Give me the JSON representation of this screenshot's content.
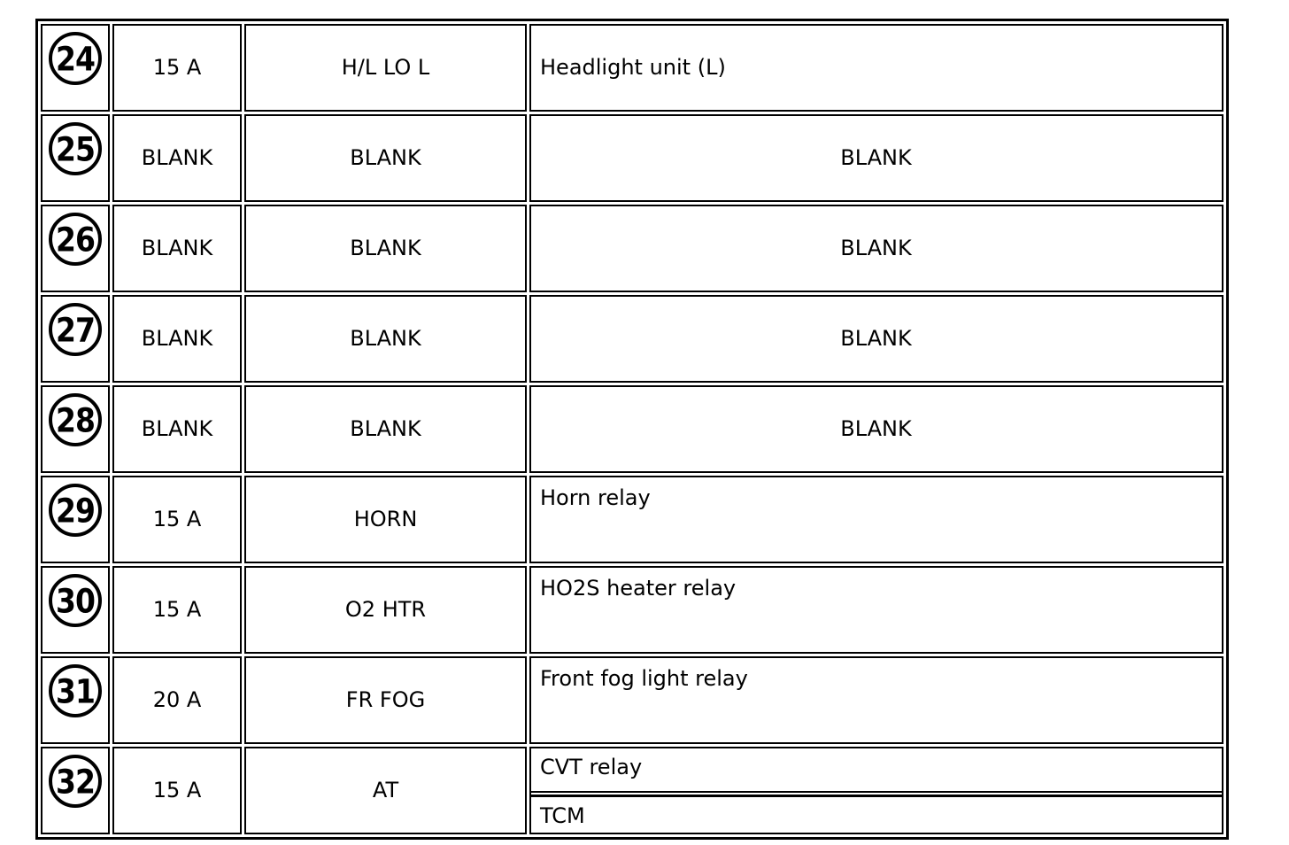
{
  "colors": {
    "background": "#ffffff",
    "line": "#000000",
    "text": "#000000"
  },
  "fuse_table": {
    "rows": [
      {
        "num": "24",
        "amp": "15 A",
        "name": "H/L LO L",
        "desc": [
          "Headlight unit (L)"
        ]
      },
      {
        "num": "25",
        "amp": "BLANK",
        "name": "BLANK",
        "desc": [
          "BLANK"
        ]
      },
      {
        "num": "26",
        "amp": "BLANK",
        "name": "BLANK",
        "desc": [
          "BLANK"
        ]
      },
      {
        "num": "27",
        "amp": "BLANK",
        "name": "BLANK",
        "desc": [
          "BLANK"
        ]
      },
      {
        "num": "28",
        "amp": "BLANK",
        "name": "BLANK",
        "desc": [
          "BLANK"
        ]
      },
      {
        "num": "29",
        "amp": "15 A",
        "name": "HORN",
        "desc": [
          "Horn relay"
        ]
      },
      {
        "num": "30",
        "amp": "15 A",
        "name": "O2 HTR",
        "desc": [
          "HO2S heater relay"
        ]
      },
      {
        "num": "31",
        "amp": "20 A",
        "name": "FR FOG",
        "desc": [
          "Front fog light relay"
        ]
      },
      {
        "num": "32",
        "amp": "15 A",
        "name": "AT",
        "desc": [
          "CVT relay",
          "TCM"
        ]
      }
    ]
  }
}
